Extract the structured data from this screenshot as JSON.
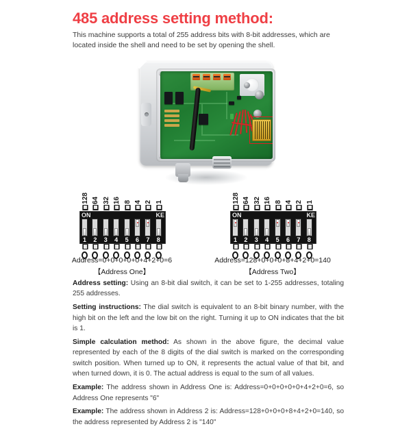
{
  "heading": {
    "title": "485 address setting method:",
    "title_color": "#ef3f45",
    "intro": "This machine supports a total of 255 address bits with 8-bit addresses, which are located inside the shell and need to be set by opening the shell."
  },
  "photo": {
    "alt": "opened waterproof enclosure showing green PCB with 8-bit DIP switch highlighted in red",
    "dip_highlight_color": "#e02020",
    "pcb_color": "#1f7a30",
    "terminal_color": "#f07a2a",
    "wire_color": "#d32a2a"
  },
  "dip_switches": {
    "weights": [
      "128",
      "64",
      "32",
      "16",
      "8",
      "4",
      "2",
      "1"
    ],
    "numbers": [
      "1",
      "2",
      "3",
      "4",
      "5",
      "6",
      "7",
      "8"
    ],
    "on_label": "ON",
    "ke_label": "KE",
    "figures": [
      {
        "name": "address-one",
        "positions": [
          "down",
          "down",
          "down",
          "down",
          "down",
          "up",
          "up",
          "down"
        ],
        "address_text": "Address=0+0+0+0+0+4+2+0=6",
        "caption": "【Address One】",
        "value": 6
      },
      {
        "name": "address-two",
        "positions": [
          "up",
          "down",
          "down",
          "down",
          "up",
          "up",
          "up",
          "down"
        ],
        "address_text": "Address=128+0+0+0+8+4+2+0=140",
        "caption": "【Address Two】",
        "value": 140
      }
    ]
  },
  "paragraphs": [
    {
      "label": "Address setting:",
      "text": " Using an 8-bit dial switch, it can be set to 1-255 addresses, totaling 255 addresses."
    },
    {
      "label": "Setting instructions:",
      "text": " The dial switch is equivalent to an 8-bit binary number, with the high bit on the left and the low bit on the right. Turning it up to ON indicates that the bit is 1."
    },
    {
      "label": "Simple calculation method:",
      "text": " As shown in the above figure, the decimal value represented by each of the 8 digits of the dial switch is marked on the corresponding switch position. When turned up to ON, it represents the actual value of that bit, and when turned down, it is 0. The actual address is equal to the sum of all values."
    },
    {
      "label": "Example:",
      "text": " The address shown in Address One is: Address=0+0+0+0+0+4+2+0=6, so Address One represents \"6\""
    },
    {
      "label": "Example:",
      "text": " The address shown in Address 2 is: Address=128+0+0+0+8+4+2+0=140, so the address represented by Address 2 is \"140\""
    }
  ]
}
